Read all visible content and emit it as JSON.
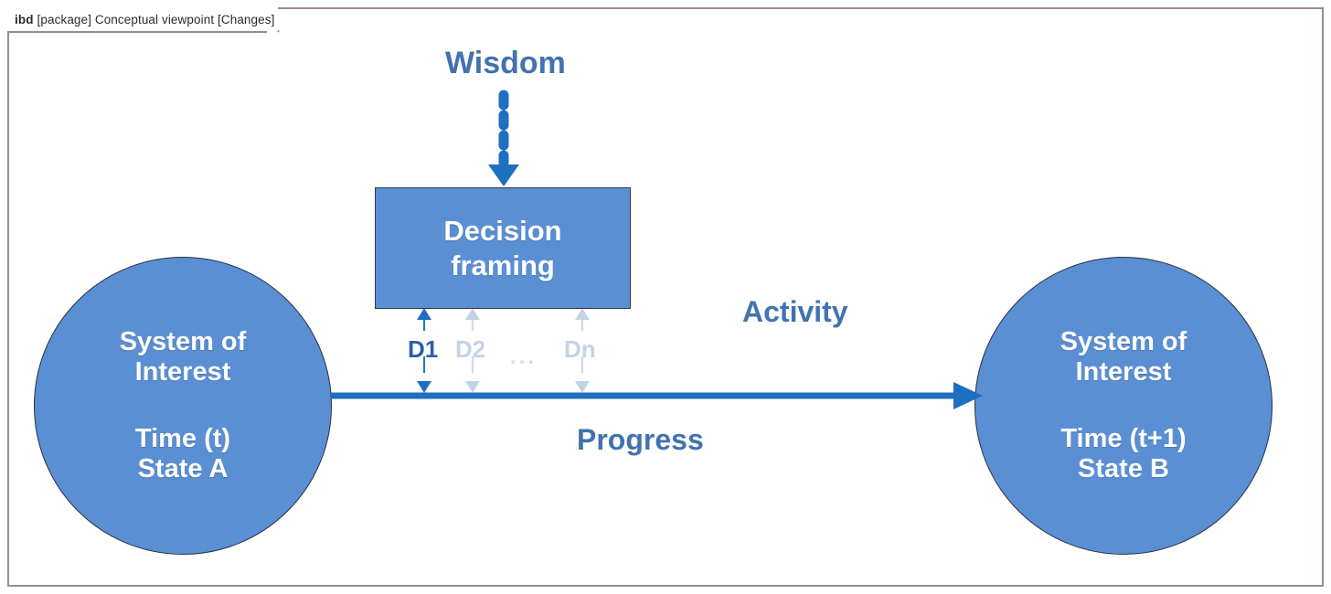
{
  "frame": {
    "tab": {
      "keyword": "ibd",
      "qualifier": "[package] Conceptual viewpoint [Changes]"
    },
    "border_color": "#9c8b8d",
    "background": "#ffffff"
  },
  "palette": {
    "shape_fill": "#5b8fd4",
    "shape_border": "#2d3a4a",
    "accent_blue": "#1f6fc0",
    "label_blue": "#4272b0",
    "d1_blue": "#2b5fa4",
    "faded_blue": "#c3d3e7",
    "shape_text": "#ffffff"
  },
  "nodes": {
    "circle_left": {
      "title_line1": "System of",
      "title_line2": "Interest",
      "state_line1": "Time (t)",
      "state_line2": "State A"
    },
    "circle_right": {
      "title_line1": "System of",
      "title_line2": "Interest",
      "state_line1": "Time (t+1)",
      "state_line2": "State B"
    },
    "decision_box": {
      "line1": "Decision",
      "line2": "framing"
    }
  },
  "labels": {
    "wisdom": "Wisdom",
    "activity": "Activity",
    "progress": "Progress"
  },
  "decision_channels": [
    {
      "id": "d1",
      "label": "D1",
      "state": "active"
    },
    {
      "id": "d2",
      "label": "D2",
      "state": "faded"
    },
    {
      "id": "ellipsis",
      "label": "...",
      "state": "faded"
    },
    {
      "id": "dn",
      "label": "Dn",
      "state": "faded"
    }
  ],
  "connectors": {
    "wisdom_flow": {
      "style": "dotted",
      "direction": "down",
      "target": "decision_box"
    },
    "progress_flow": {
      "style": "solid",
      "direction": "right",
      "source": "circle_left",
      "target": "circle_right"
    }
  }
}
